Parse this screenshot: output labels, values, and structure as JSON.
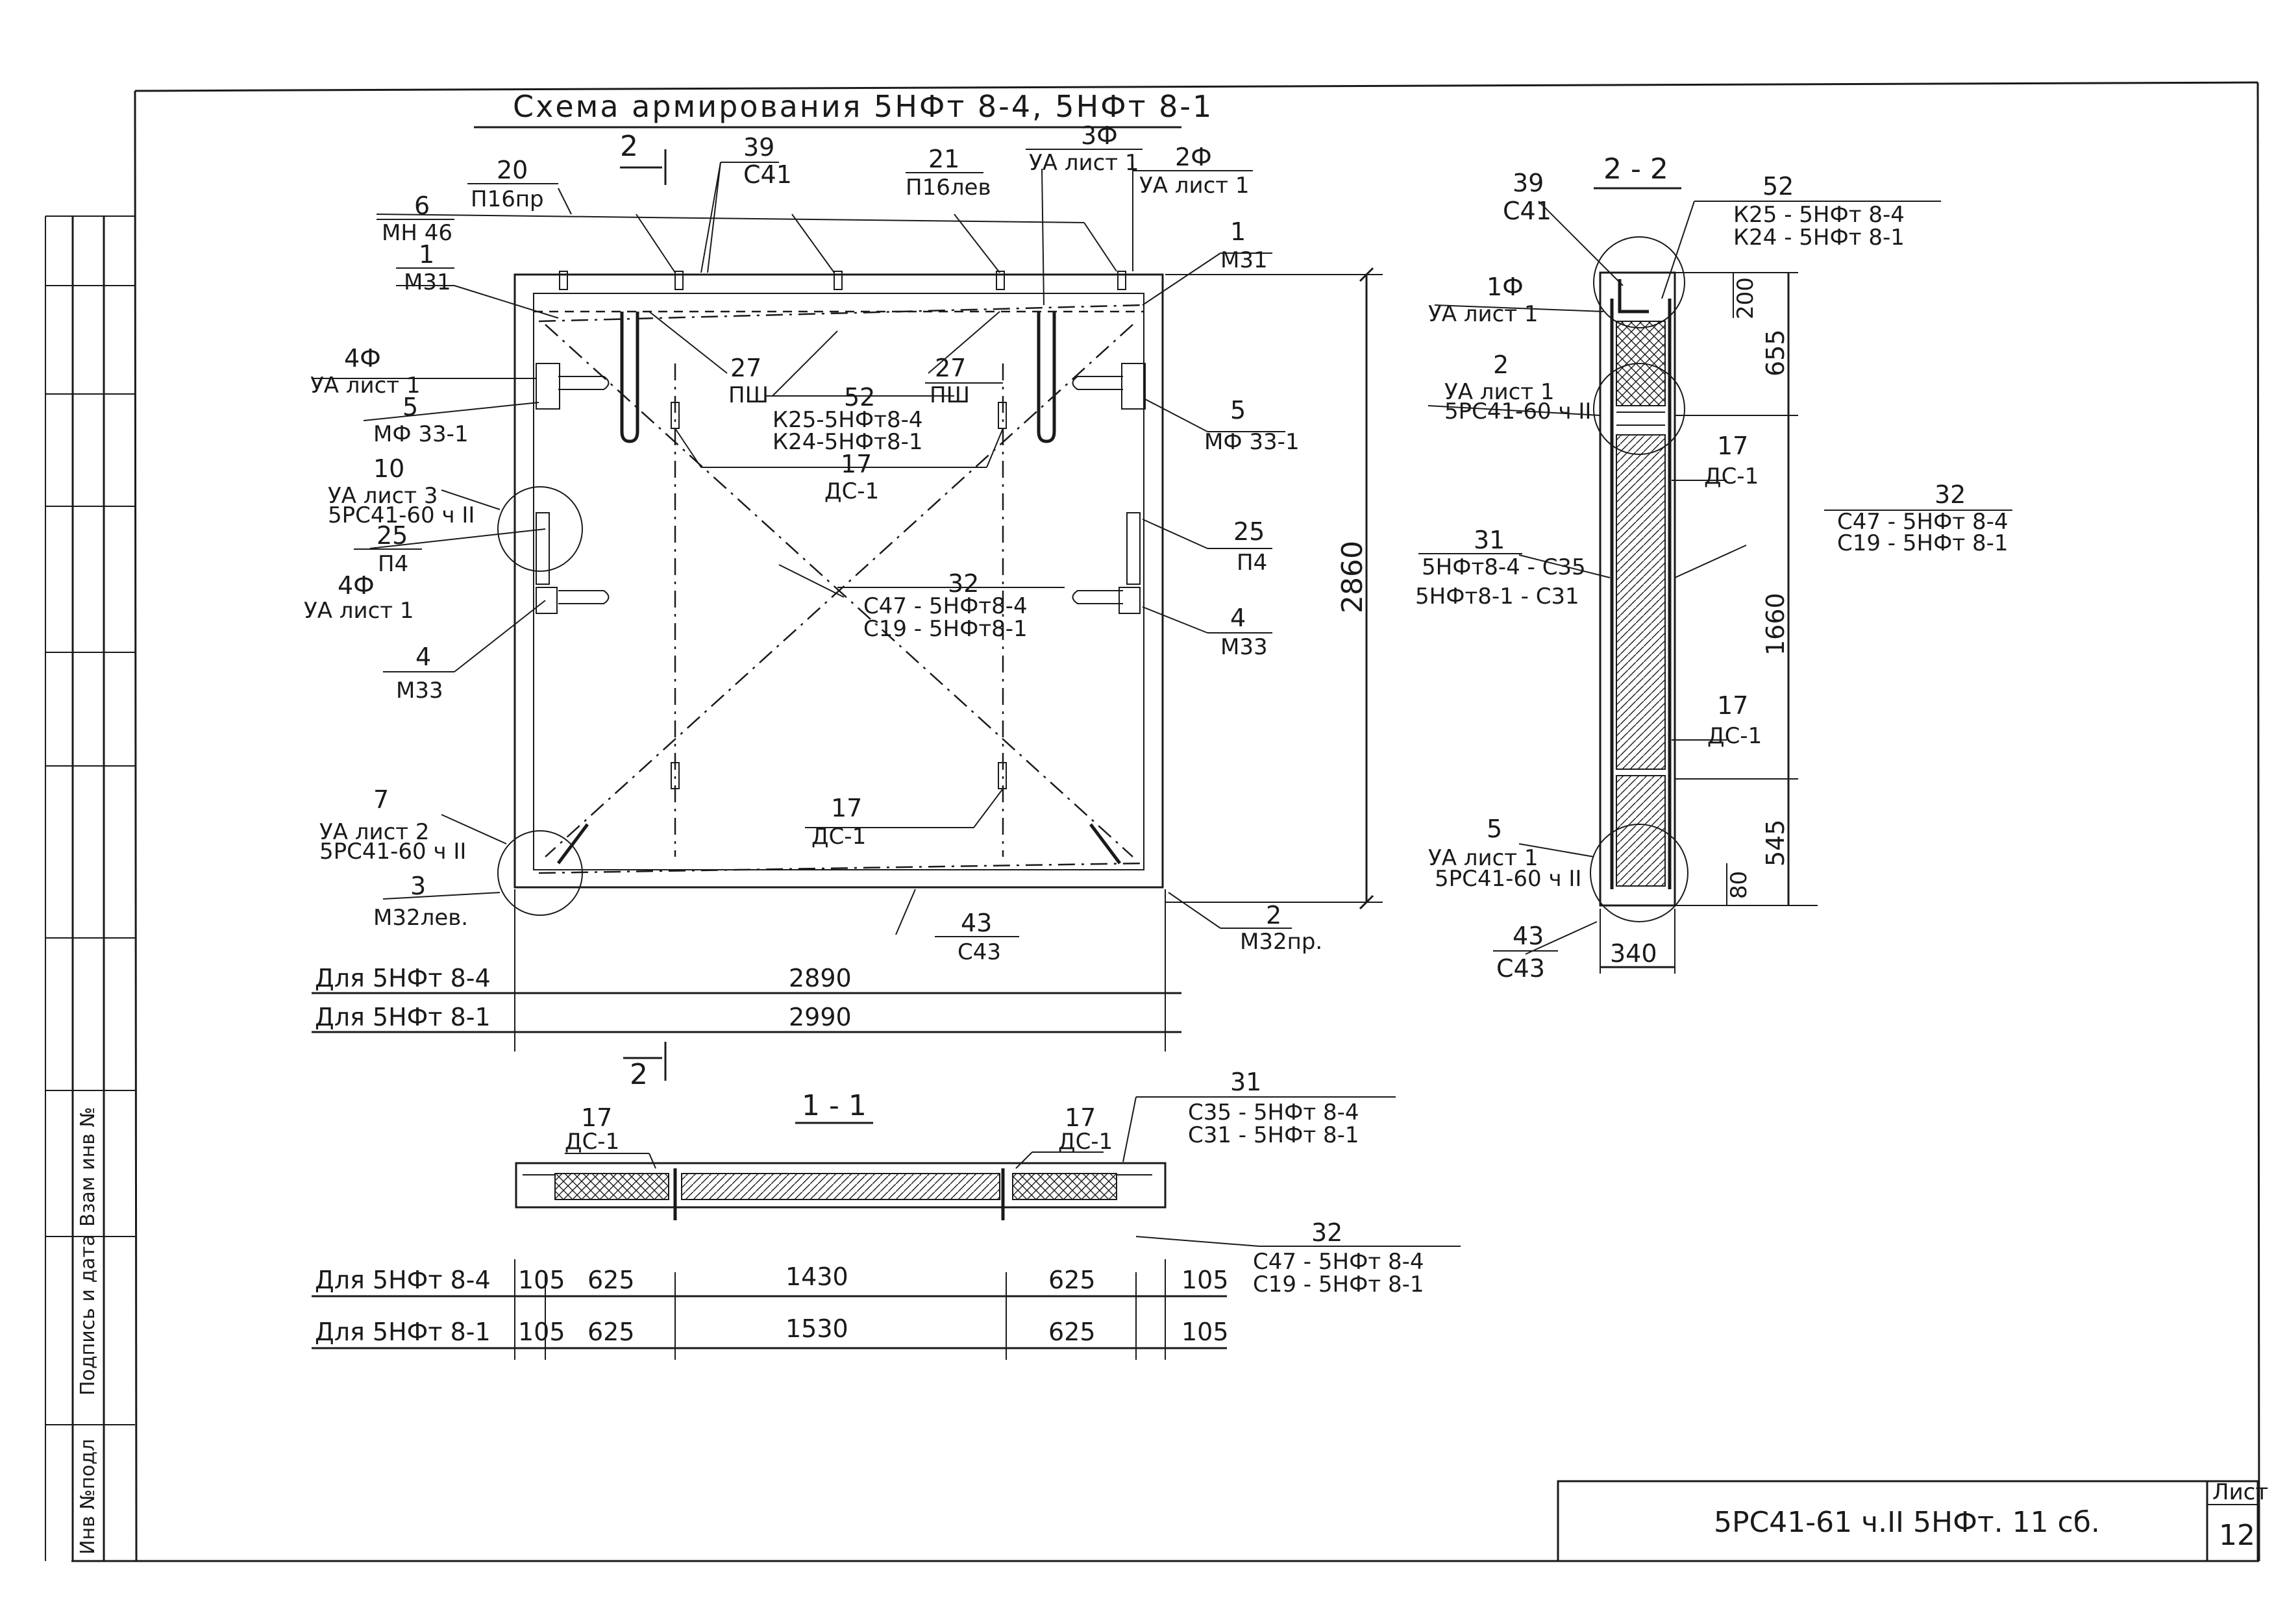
{
  "title": "Схема армирования   5НФт 8-4, 5НФт 8-1",
  "sheet_code": "5РС41-61 ч.II 5НФт. 11 сб.",
  "sheet_label": "Лист",
  "sheet_number": "12",
  "side_stamp": {
    "inv_podl": "Инв №подл",
    "podpis": "Подпись и дата",
    "vzam": "Взам инв №"
  },
  "section_marks": {
    "s2_top": "2",
    "s2_bottom": "2",
    "s11": "1 - 1",
    "s22": "2 - 2"
  },
  "plan_labels": {
    "l20": "20",
    "l20b": "П16пр",
    "l39": "39",
    "l39b": "С41",
    "l21": "21",
    "l21b": "П16лев",
    "l3f": "3Ф",
    "l3fb": "УА лист 1",
    "l2f": "2Ф",
    "l2fb": "УА лист 1",
    "l6": "6",
    "l6b": "МН 46",
    "l1a": "1",
    "l1ab": "М31",
    "l1b": "1",
    "l1bb": "М31",
    "l4f": "4Ф",
    "l4fb": "УА лист 1",
    "l5a": "5",
    "l5ab": "МФ 33-1",
    "l5b": "5",
    "l5bb": "МФ 33-1",
    "l27a": "27",
    "l27ab": "ПШ",
    "l27b": "27",
    "l27bb": "ПШ",
    "l52": "52",
    "l52b": "К25-5НФт8-4",
    "l52c": "К24-5НФт8-1",
    "l17a": "17",
    "l17ab": "ДС-1",
    "l10": "10",
    "l10b": "УА лист 3",
    "l10c": "5РС41-60 ч II",
    "l25a": "25",
    "l25ab": "П4",
    "l25b": "25",
    "l25bb": "П4",
    "l4f2": "4Ф",
    "l4f2b": "УА лист 1",
    "l32": "32",
    "l32b": "С47 - 5НФт8-4",
    "l32c": "С19 - 5НФт8-1",
    "l4a": "4",
    "l4ab": "М33",
    "l4b": "4",
    "l4bb": "М33",
    "l17b": "17",
    "l17bb": "ДС-1",
    "l7": "7",
    "l7b": "УА лист 2",
    "l7c": "5РС41-60 ч II",
    "l3": "3",
    "l3b": "М32лев.",
    "l43": "43",
    "l43b": "С43",
    "l2": "2",
    "l2b": "М32пр."
  },
  "plan_dims": {
    "height": "2860",
    "row1_label": "Для 5НФт 8-4",
    "row1_value": "2890",
    "row2_label": "Для 5НФт 8-1",
    "row2_value": "2990"
  },
  "sec22_labels": {
    "l39": "39",
    "l39b": "С41",
    "l52": "52",
    "l52b": "К25 - 5НФт 8-4",
    "l52c": "К24 - 5НФт 8-1",
    "l1f": "1Ф",
    "l1fb": "УА лист 1",
    "l2": "2",
    "l2b": "УА лист 1",
    "l2c": "5РС41-60 ч II",
    "l17a": "17",
    "l17ab": "ДС-1",
    "l32": "32",
    "l32b": "С47 - 5НФт 8-4",
    "l32c": "С19 - 5НФт 8-1",
    "l31": "31",
    "l31b": "5НФт8-4 - С35",
    "l31c": "5НФт8-1 - С31",
    "l17b": "17",
    "l17bb": "ДС-1",
    "l5": "5",
    "l5b": "УА лист 1",
    "l5c": "5РС41-60 ч II",
    "l43": "43",
    "l43b": "С43"
  },
  "sec22_dims": {
    "d200": "200",
    "d655": "655",
    "d1660": "1660",
    "d545": "545",
    "d80": "80",
    "d340": "340"
  },
  "sec11_labels": {
    "l17a": "17",
    "l17ab": "ДС-1",
    "l17b": "17",
    "l17bb": "ДС-1",
    "l31": "31",
    "l31b": "С35 - 5НФт 8-4",
    "l31c": "С31 - 5НФт 8-1",
    "l32": "32",
    "l32b": "С47 - 5НФт 8-4",
    "l32c": "С19 - 5НФт 8-1"
  },
  "sec11_dims": {
    "row1_label": "Для 5НФт 8-4",
    "row1": [
      "105",
      "625",
      "1430",
      "625",
      "105"
    ],
    "row2_label": "Для 5НФт 8-1",
    "row2": [
      "105",
      "625",
      "1530",
      "625",
      "105"
    ]
  }
}
